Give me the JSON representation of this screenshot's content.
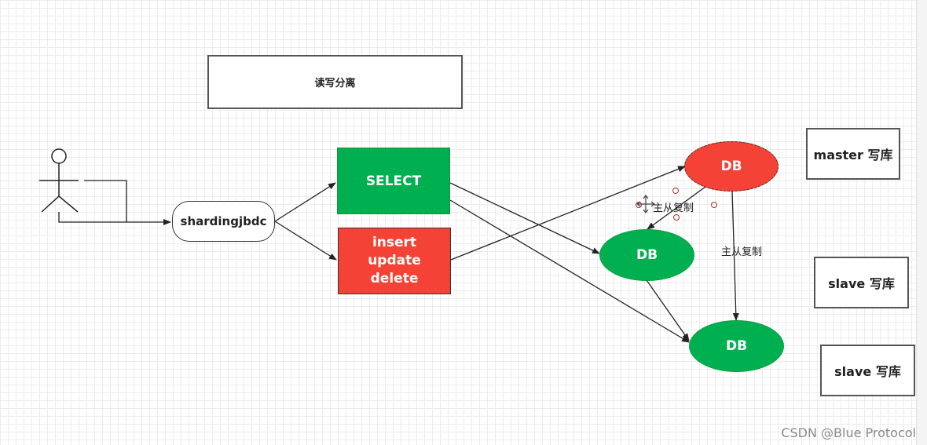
{
  "diagram": {
    "title": "读写分离",
    "router": "shardingjbdc",
    "select_label": "SELECT",
    "write_ops": [
      "insert",
      "update",
      "delete"
    ],
    "db_nodes": [
      {
        "id": "master",
        "label": "DB",
        "color": "#f44336"
      },
      {
        "id": "slave1",
        "label": "DB",
        "color": "#00b050"
      },
      {
        "id": "slave2",
        "label": "DB",
        "color": "#00b050"
      }
    ],
    "replication_labels": [
      "主从复制",
      "主从复制"
    ],
    "role_labels": [
      "master 写库",
      "slave 写库",
      "slave 写库"
    ]
  },
  "watermark": "CSDN @Blue Protocol",
  "colors": {
    "green": "#00b050",
    "red": "#f44336",
    "border": "#555555"
  }
}
